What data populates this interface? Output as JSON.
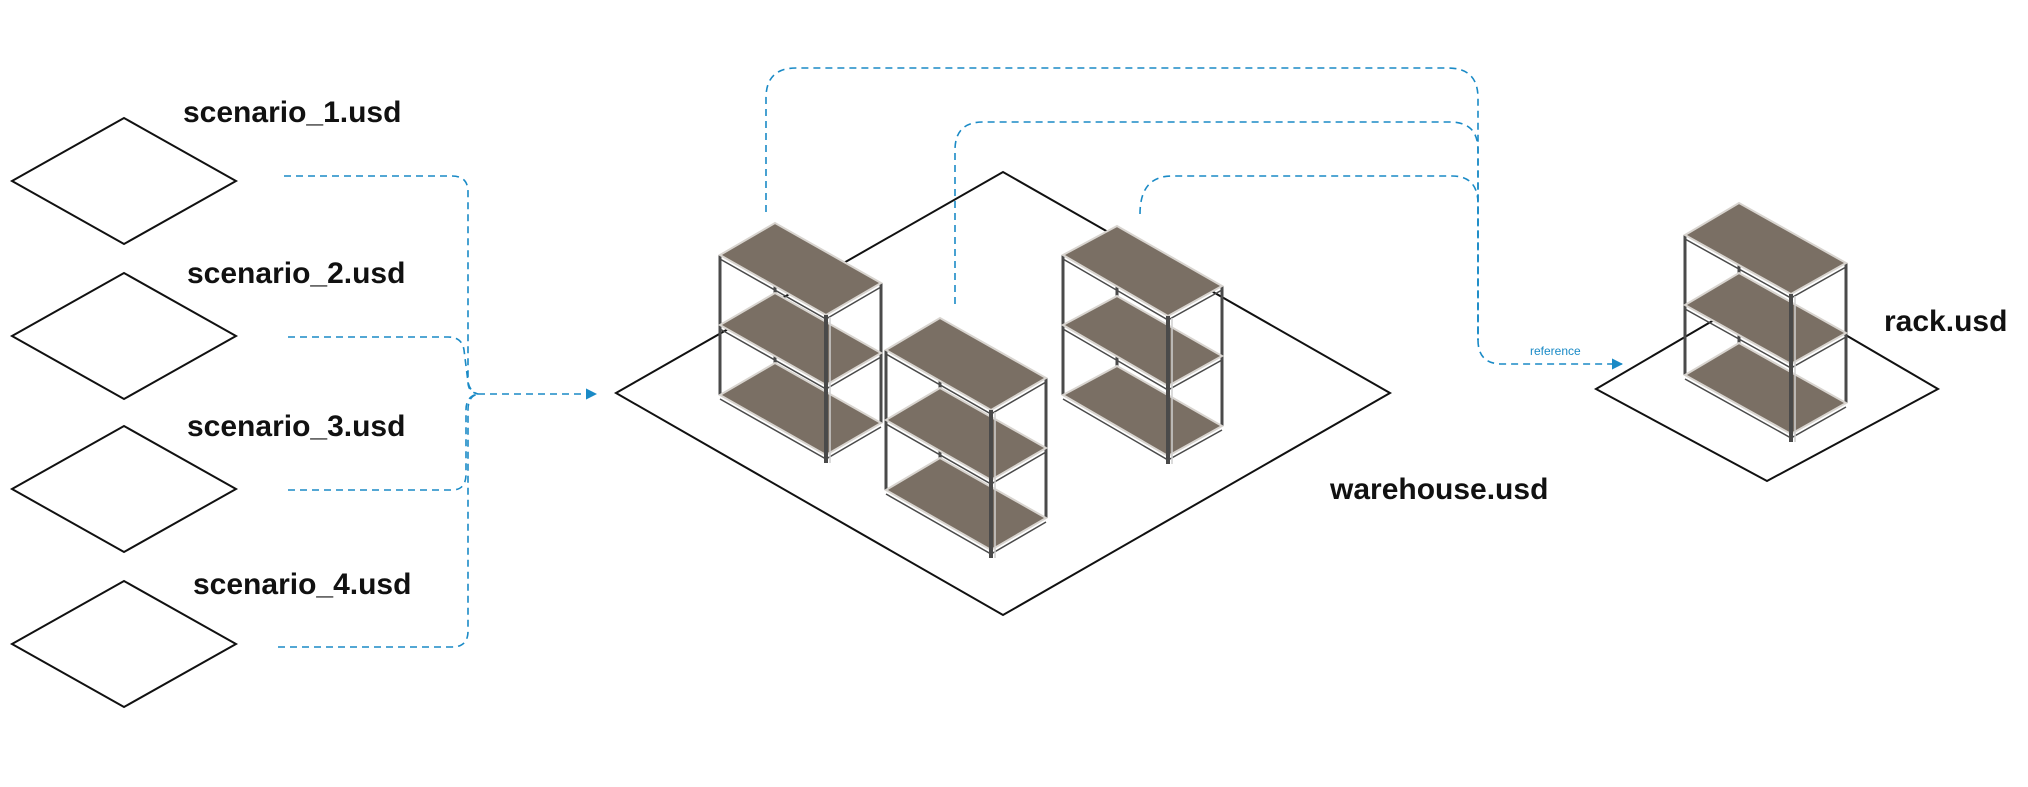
{
  "colors": {
    "connector": "#1a8ac6",
    "outline": "#111111",
    "shelf_top": "#7a6f64",
    "shelf_edge": "#d8d4cf",
    "frame": "#4a4a4a"
  },
  "scenarios": [
    {
      "label": "scenario_1.usd"
    },
    {
      "label": "scenario_2.usd"
    },
    {
      "label": "scenario_3.usd"
    },
    {
      "label": "scenario_4.usd"
    }
  ],
  "warehouse": {
    "label": "warehouse.usd",
    "rack_count": 3
  },
  "rack": {
    "label": "rack.usd"
  },
  "reference_label": "reference"
}
